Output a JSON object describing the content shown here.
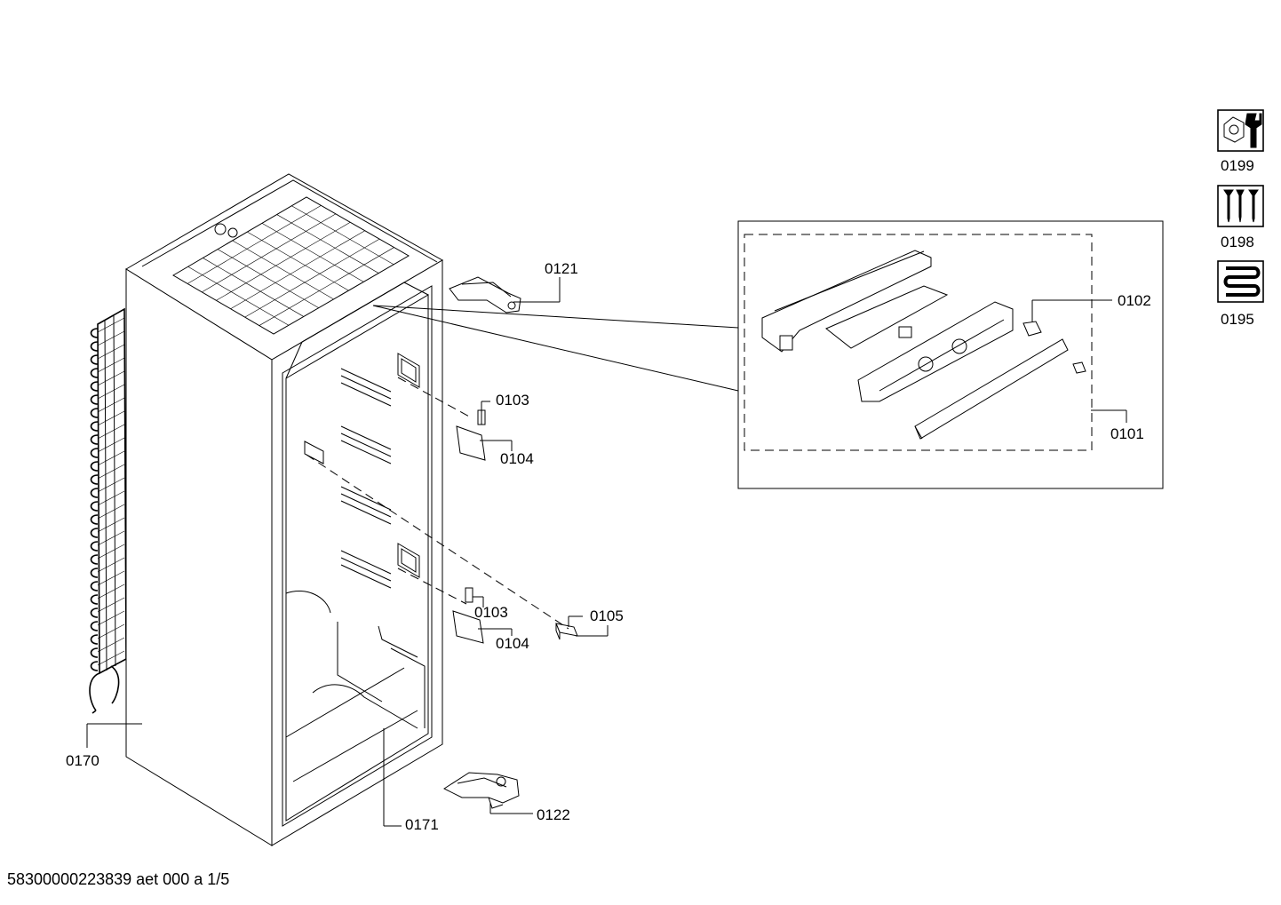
{
  "diagram": {
    "labels": {
      "p0121": "0121",
      "p0102": "0102",
      "p0101": "0101",
      "p0103a": "0103",
      "p0104a": "0104",
      "p0103b": "0103",
      "p0104b": "0104",
      "p0105": "0105",
      "p0170": "0170",
      "p0171": "0171",
      "p0122": "0122"
    },
    "icons": [
      {
        "name": "nut-wrench-icon",
        "label": "0199"
      },
      {
        "name": "screws-icon",
        "label": "0198"
      },
      {
        "name": "heating-coil-icon",
        "label": "0195"
      }
    ]
  },
  "footer": {
    "document_code": "58300000223839 aet 000 a 1/5"
  }
}
